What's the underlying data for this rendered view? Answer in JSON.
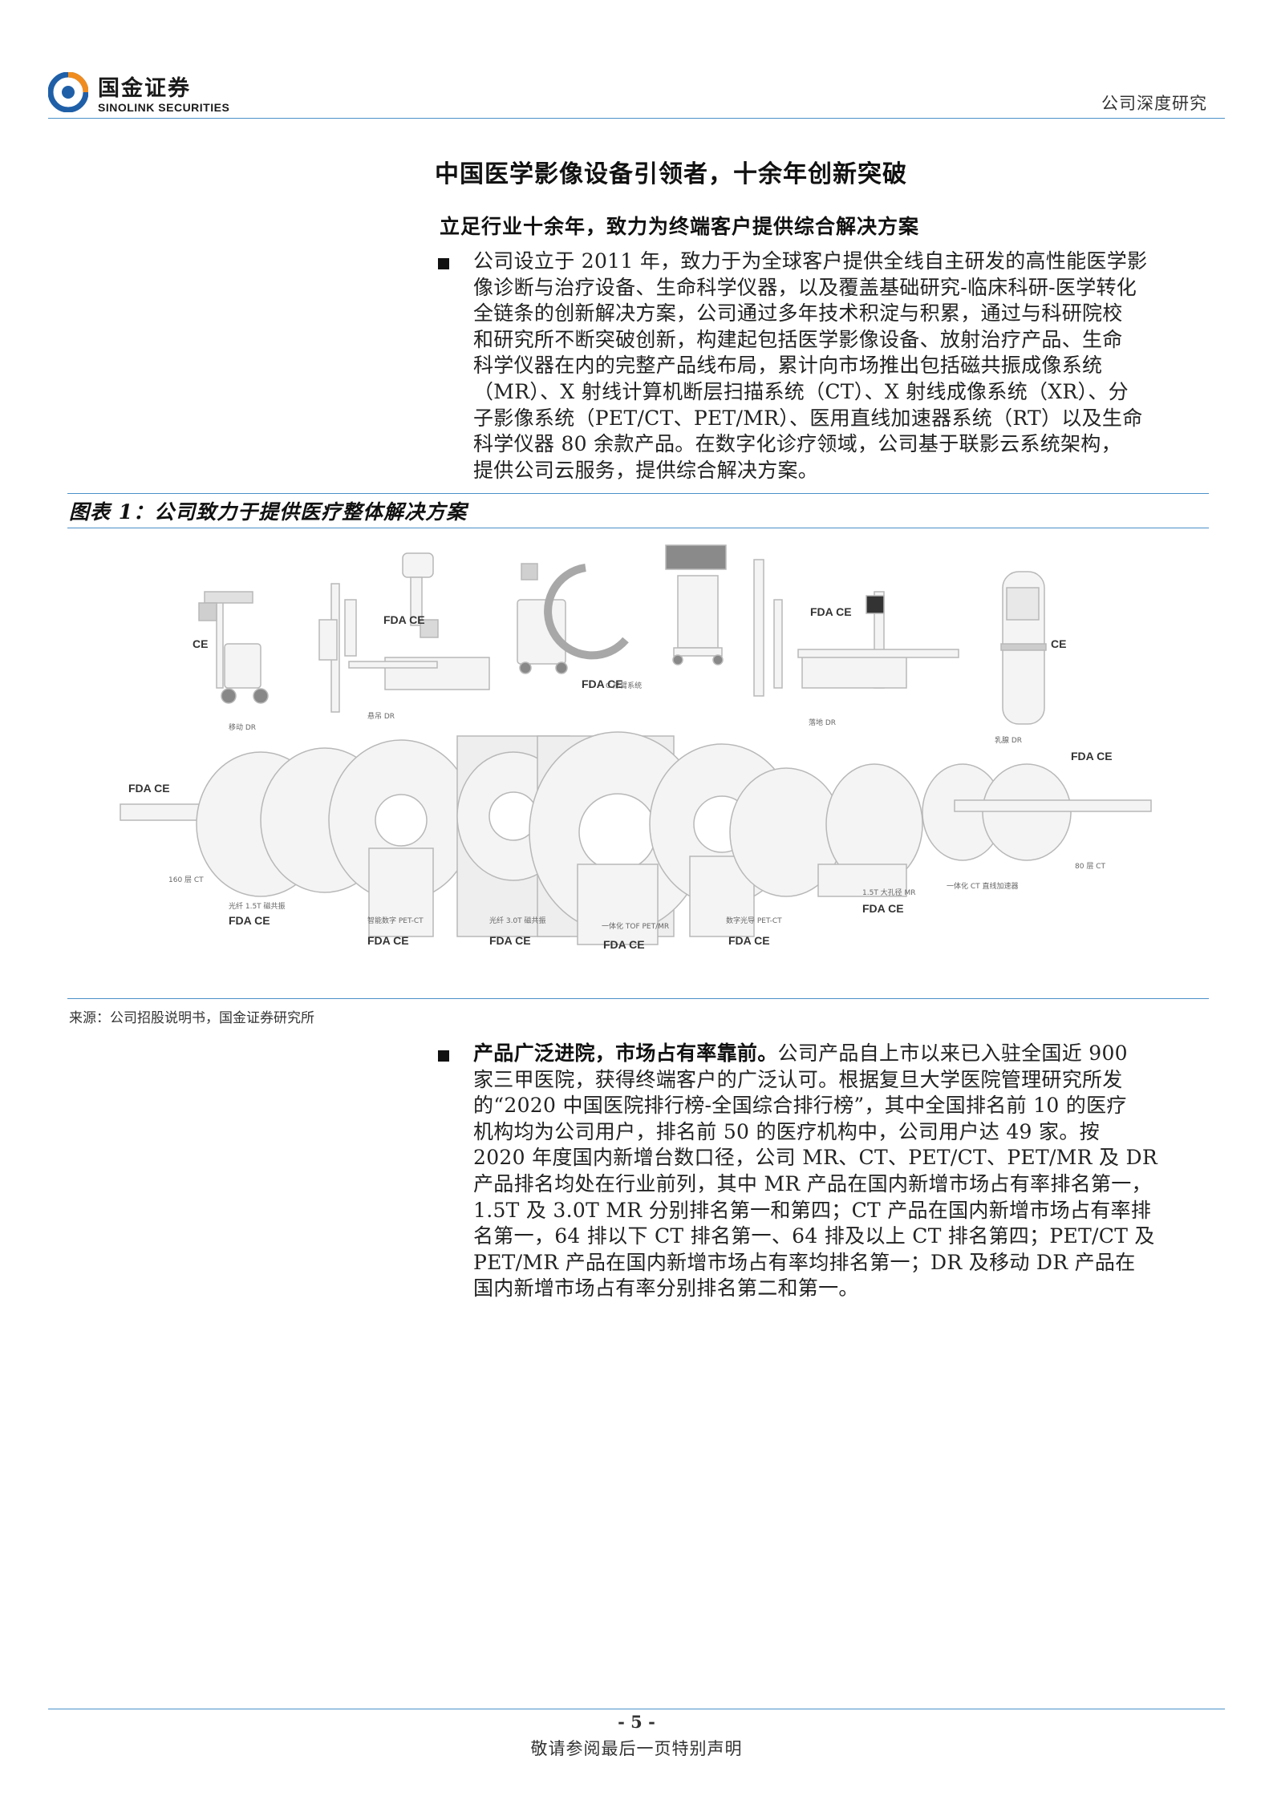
{
  "header": {
    "logo_cn": "国金证券",
    "logo_en": "SINOLINK SECURITIES",
    "report_type": "公司深度研究"
  },
  "section": {
    "title": "中国医学影像设备引领者，十余年创新突破",
    "subtitle": "立足行业十余年，致力为终端客户提供综合解决方案",
    "para1_lines": [
      "公司设立于 2011 年，致力于为全球客户提供全线自主研发的高性能医学影",
      "像诊断与治疗设备、生命科学仪器，以及覆盖基础研究-临床科研-医学转化",
      "全链条的创新解决方案，公司通过多年技术积淀与积累，通过与科研院校",
      "和研究所不断突破创新，构建起包括医学影像设备、放射治疗产品、生命",
      "科学仪器在内的完整产品线布局，累计向市场推出包括磁共振成像系统",
      "（MR）、X 射线计算机断层扫描系统（CT）、X 射线成像系统（XR）、分",
      "子影像系统（PET/CT、PET/MR）、医用直线加速器系统（RT）以及生命",
      "科学仪器 80 余款产品。在数字化诊疗领域，公司基于联影云系统架构，",
      "提供公司云服务，提供综合解决方案。"
    ]
  },
  "figure": {
    "caption": "图表 1：公司致力于提供医疗整体解决方案",
    "source": "来源：公司招股说明书，国金证券研究所",
    "cert_fda_ce": "FDA CE",
    "cert_ce": "CE",
    "labels": {
      "mobile_dr": "移动 DR",
      "suspended_dr": "悬吊 DR",
      "c_arm": "C 形臂系统",
      "floor_dr": "落地 DR",
      "mammo": "乳腺 DR",
      "ct_160": "160 层 CT",
      "mr_15t": "光纤 1.5T 磁共振",
      "pet_ct_digital": "智能数字 PET-CT",
      "mr_30t": "光纤 3.0T 磁共振",
      "pet_mr": "一体化 TOF PET/MR",
      "pet_ct_digital2": "数字光导 PET-CT",
      "mr_15t_bore": "1.5T 大孔径 MR",
      "ct_linac": "一体化 CT 直线加速器",
      "ct_80": "80 层 CT"
    }
  },
  "para2": {
    "lead": "产品广泛进院，市场占有率靠前。",
    "lines": [
      "公司产品自上市以来已入驻全国近 900",
      "家三甲医院，获得终端客户的广泛认可。根据复旦大学医院管理研究所发",
      "的“2020 中国医院排行榜-全国综合排行榜”，其中全国排名前 10 的医疗",
      "机构均为公司用户，排名前 50 的医疗机构中，公司用户达 49 家。按",
      "2020 年度国内新增台数口径，公司 MR、CT、PET/CT、PET/MR 及 DR",
      "产品排名均处在行业前列，其中 MR 产品在国内新增市场占有率排名第一，",
      "1.5T 及 3.0T MR 分别排名第一和第四；CT 产品在国内新增市场占有率排",
      "名第一，64 排以下 CT 排名第一、64 排及以上 CT 排名第四；PET/CT 及",
      "PET/MR 产品在国内新增市场占有率均排名第一；DR 及移动 DR 产品在",
      "国内新增市场占有率分别排名第二和第一。"
    ]
  },
  "footer": {
    "page_number": "- 5 -",
    "disclaimer": "敬请参阅最后一页特别声明"
  },
  "colors": {
    "rule_blue": "#4a90c8",
    "logo_blue": "#1f5fa8",
    "logo_orange": "#f08c1e"
  }
}
